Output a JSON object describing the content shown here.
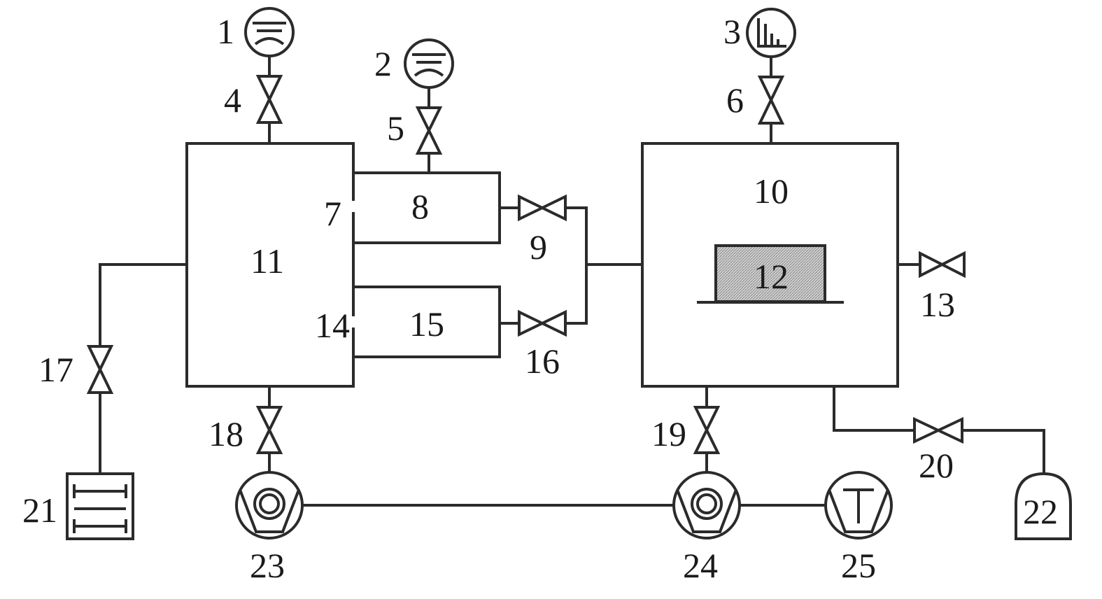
{
  "diagram": {
    "labels": {
      "n1": "1",
      "n2": "2",
      "n3": "3",
      "n4": "4",
      "n5": "5",
      "n6": "6",
      "n7": "7",
      "n8": "8",
      "n9": "9",
      "n10": "10",
      "n11": "11",
      "n12": "12",
      "n13": "13",
      "n14": "14",
      "n15": "15",
      "n16": "16",
      "n17": "17",
      "n18": "18",
      "n19": "19",
      "n20": "20",
      "n21": "21",
      "n22": "22",
      "n23": "23",
      "n24": "24",
      "n25": "25"
    },
    "colors": {
      "line": "#2b2b2b",
      "sample_fill": "#bdbdbd"
    },
    "icons": {
      "gauges": [
        "pressure-gauge-icon",
        "pressure-gauge-icon",
        "spectrometer-icon"
      ],
      "pumps": [
        "turbo-pump-icon",
        "turbo-pump-icon",
        "roughing-pump-icon"
      ],
      "sources": [
        "gas-supply-icon",
        "gas-cylinder-icon"
      ]
    }
  }
}
